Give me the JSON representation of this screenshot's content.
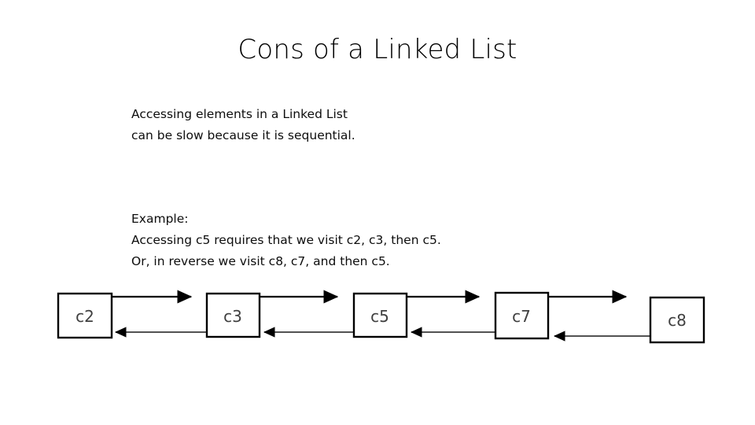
{
  "slide": {
    "title": "Cons of a Linked List",
    "background_color": "#ffffff",
    "text_color": "#000000"
  },
  "intro": {
    "line1": "Accessing elements in a Linked List",
    "line2": "can be slow because it is sequential."
  },
  "example": {
    "line1": "Example:",
    "line2": "Accessing c5 requires that we visit c2, c3, then c5.",
    "line3": "Or, in reverse we visit c8, c7, and then c5."
  },
  "diagram": {
    "type": "doubly-linked-list",
    "node_label_color": "#3f3f3f",
    "stroke_color": "#000000",
    "nodes": [
      {
        "id": "n1",
        "label": "c2"
      },
      {
        "id": "n2",
        "label": "c3"
      },
      {
        "id": "n3",
        "label": "c5"
      },
      {
        "id": "n4",
        "label": "c7"
      },
      {
        "id": "n5",
        "label": "c8"
      }
    ],
    "links": [
      {
        "from": "c2",
        "to": "c3",
        "direction": "forward"
      },
      {
        "from": "c3",
        "to": "c2",
        "direction": "backward"
      },
      {
        "from": "c3",
        "to": "c5",
        "direction": "forward"
      },
      {
        "from": "c5",
        "to": "c3",
        "direction": "backward"
      },
      {
        "from": "c5",
        "to": "c7",
        "direction": "forward"
      },
      {
        "from": "c7",
        "to": "c5",
        "direction": "backward"
      },
      {
        "from": "c7",
        "to": "c8",
        "direction": "forward"
      },
      {
        "from": "c8",
        "to": "c7",
        "direction": "backward"
      }
    ]
  }
}
